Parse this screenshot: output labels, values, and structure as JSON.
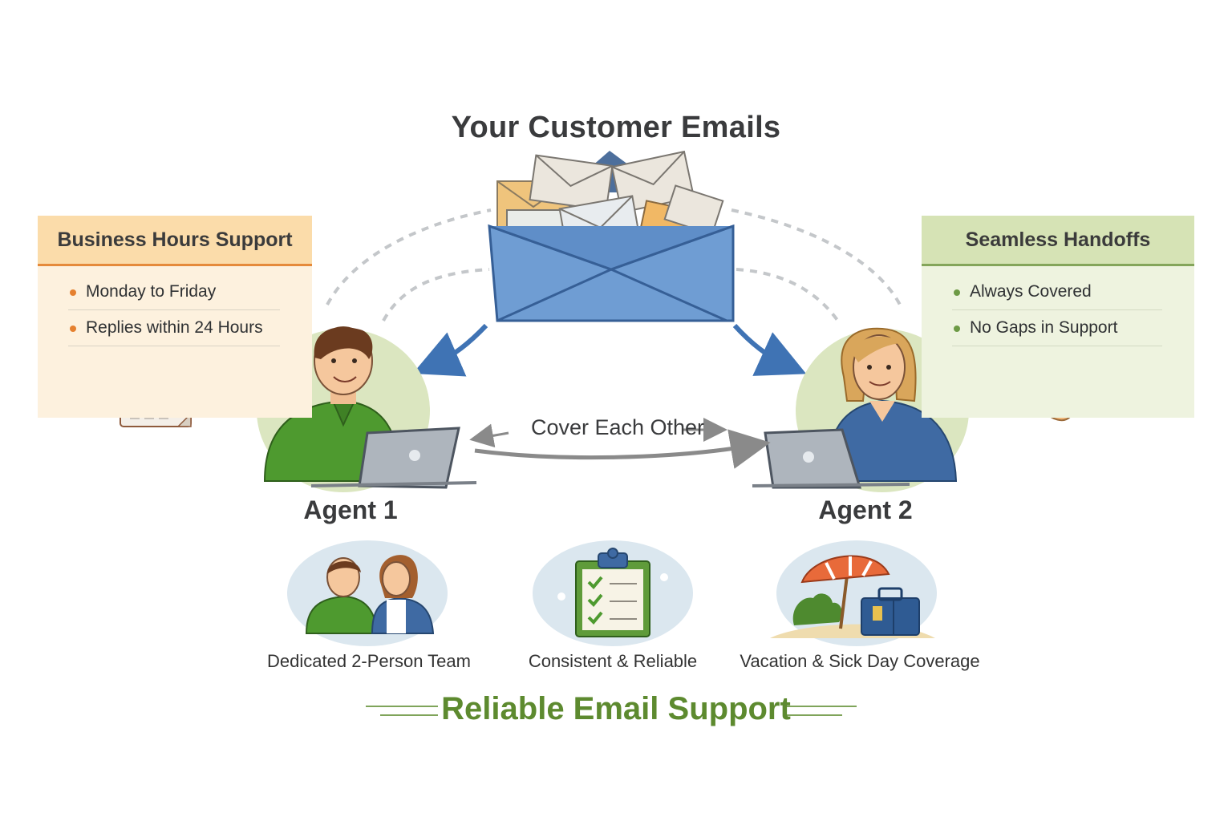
{
  "title": "Your Customer Emails",
  "left_card": {
    "heading": "Business Hours Support",
    "items": [
      "Monday to Friday",
      "Replies within 24 Hours"
    ],
    "icon": "calendar-icon"
  },
  "right_card": {
    "heading": "Seamless Handoffs",
    "items": [
      "Always Covered",
      "No Gaps in Support"
    ],
    "icon": "handshake-icon"
  },
  "center": {
    "cover_label": "Cover Each Other",
    "agent1": "Agent 1",
    "agent2": "Agent 2"
  },
  "features": [
    {
      "label": "Dedicated 2-Person Team",
      "icon": "team-icon"
    },
    {
      "label": "Consistent & Reliable",
      "icon": "clipboard-checklist-icon"
    },
    {
      "label": "Vacation & Sick Day Coverage",
      "icon": "beach-umbrella-suitcase-icon"
    }
  ],
  "footer": "Reliable Email Support",
  "colors": {
    "orange_accent": "#e5802f",
    "green_accent": "#5d8a2f",
    "blue_envelope": "#5b8ac6",
    "shirt_green": "#4e9a2f",
    "shirt_blue": "#3f6aa3"
  }
}
